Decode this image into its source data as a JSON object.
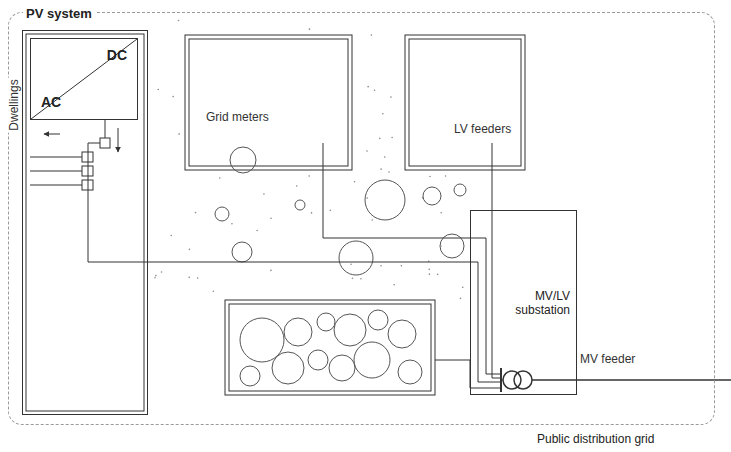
{
  "diagram": {
    "nodes": [
      {
        "text": [
          "Public distribution grid"
        ]
      },
      {
        "text": [
          "PV system"
        ],
        "in": 0
      },
      {
        "text": [
          "DC",
          "AC"
        ],
        "in": 1
      },
      {
        "text": [
          "MV/LV substation"
        ],
        "in": 0
      }
    ],
    "edges": [
      {
        "from": 1,
        "to": 3,
        "arrow": "none"
      }
    ],
    "labels": [
      "Dwellings",
      "Grid meters",
      "LV feeders",
      "MV feeder"
    ]
  }
}
